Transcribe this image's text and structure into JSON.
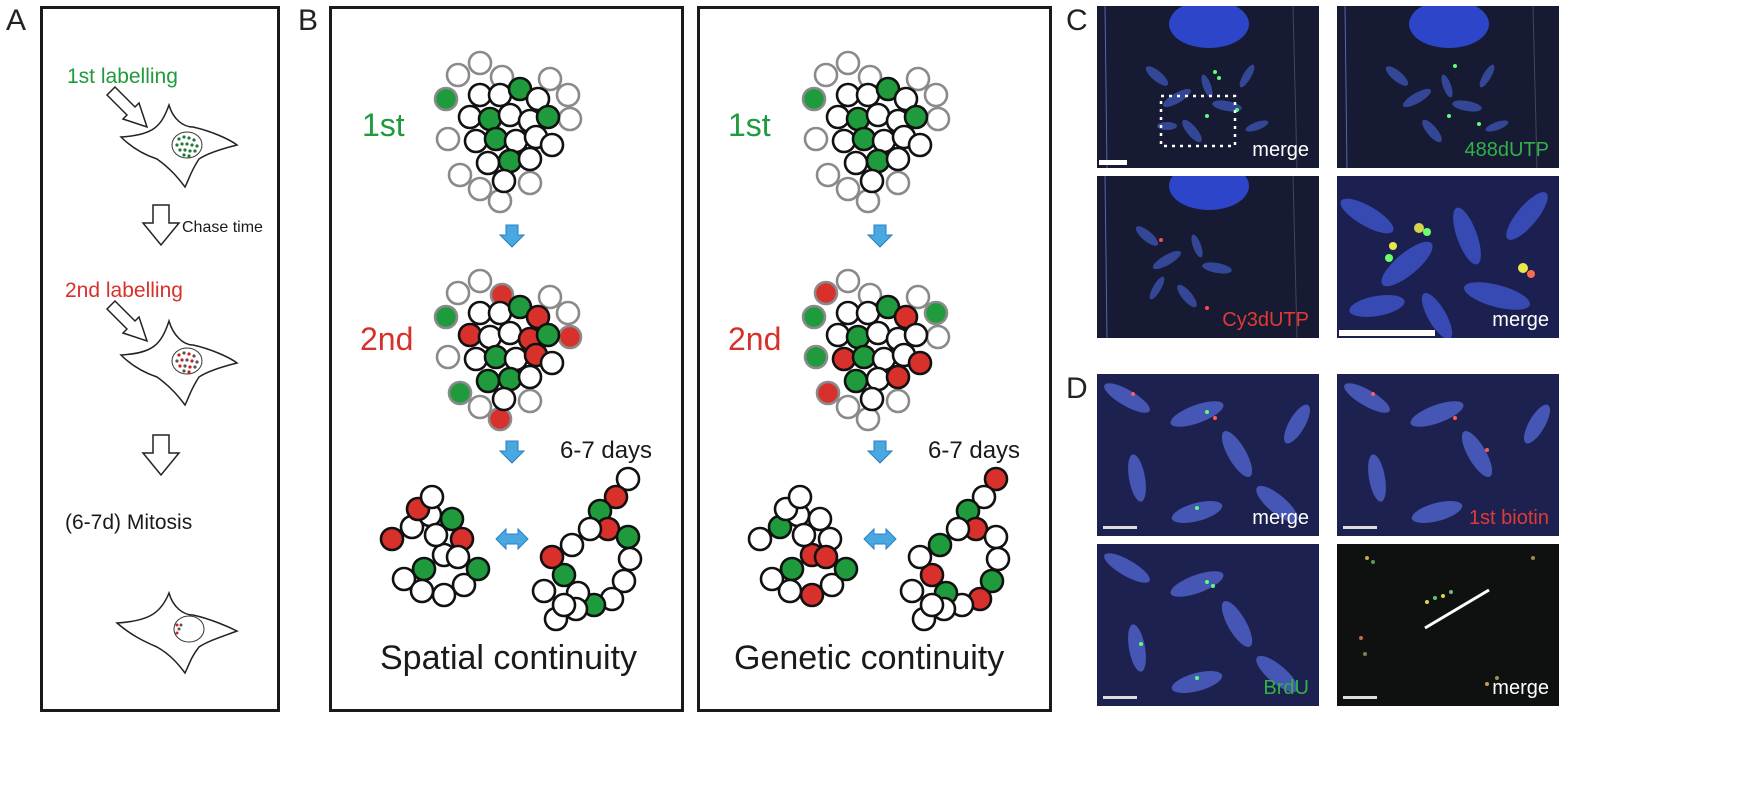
{
  "panels": {
    "A": {
      "letter": "A",
      "first_label": "1st labelling",
      "chase_label": "Chase time",
      "second_label": "2nd labelling",
      "mitosis_label": "(6-7d) Mitosis"
    },
    "B": {
      "letter": "B",
      "left": {
        "first": "1st",
        "second": "2nd",
        "days": "6-7 days",
        "title": "Spatial continuity"
      },
      "right": {
        "first": "1st",
        "second": "2nd",
        "days": "6-7 days",
        "title": "Genetic continuity"
      }
    },
    "C": {
      "letter": "C",
      "captions": [
        "merge",
        "488dUTP",
        "Cy3dUTP",
        "merge"
      ]
    },
    "D": {
      "letter": "D",
      "captions": [
        "merge",
        "1st biotin",
        "BrdU",
        "merge"
      ]
    }
  },
  "colors": {
    "green": "#1f9a3c",
    "red": "#d8302b",
    "arrow_blue": "#4aa8e0",
    "micro_bg": "#14162e",
    "chromosome_blue": "#3c4fa8"
  }
}
